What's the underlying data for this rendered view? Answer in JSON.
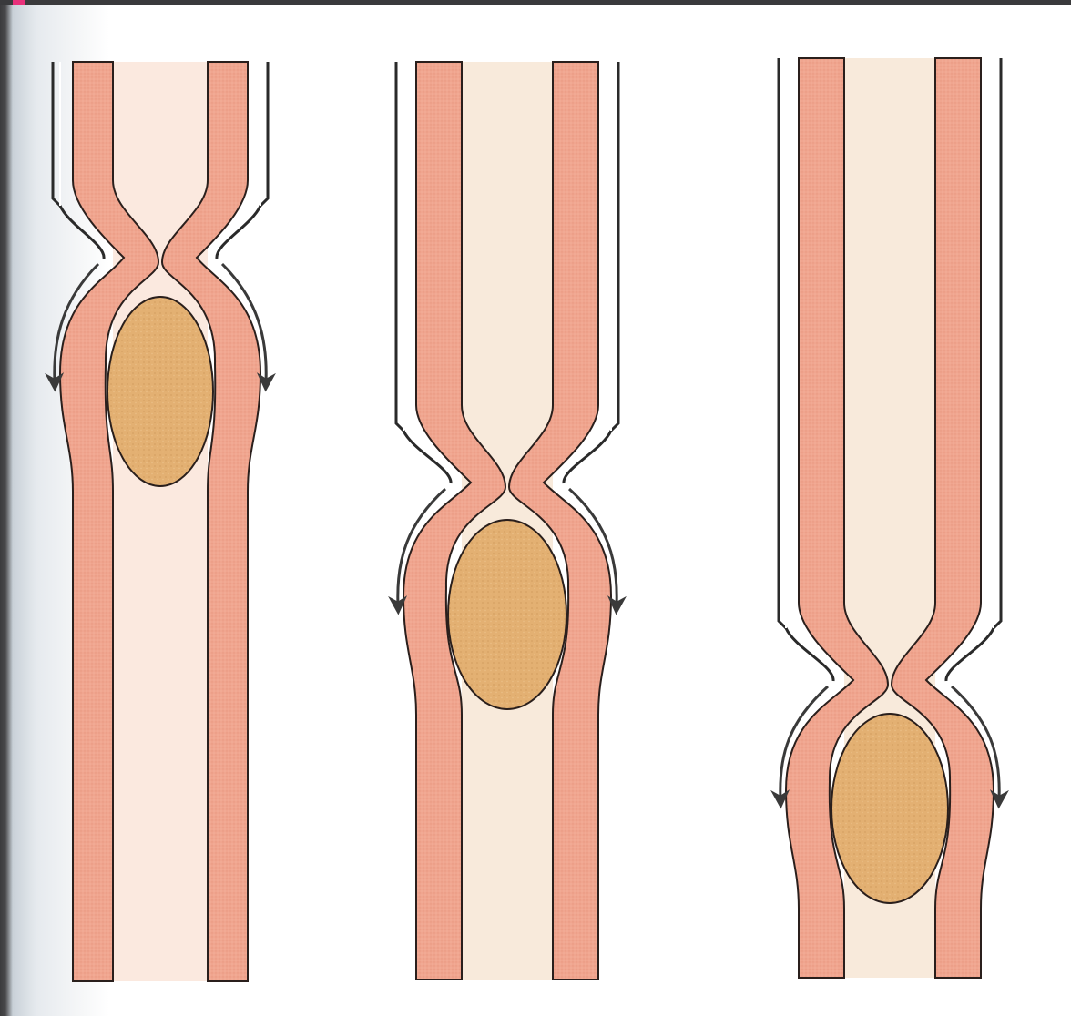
{
  "colors": {
    "wall_fill": "#f0a58f",
    "wall_stroke": "#2a1f1c",
    "lumen_fill": "#fbe9df",
    "lumen_fill_alt": "#f8eadb",
    "bolus_fill": "#e3b072",
    "outer_line": "#2a2a2a",
    "arrow": "#3a3a3a"
  },
  "panels": [
    {
      "name": "stage-1",
      "constriction_level": "upper",
      "bolus_icon": "bolus-oval-icon",
      "flow_icon": "downward-curved-arrow-icon"
    },
    {
      "name": "stage-2",
      "constriction_level": "middle",
      "bolus_icon": "bolus-oval-icon",
      "flow_icon": "downward-curved-arrow-icon"
    },
    {
      "name": "stage-3",
      "constriction_level": "lower",
      "bolus_icon": "bolus-oval-icon",
      "flow_icon": "downward-curved-arrow-icon"
    }
  ]
}
